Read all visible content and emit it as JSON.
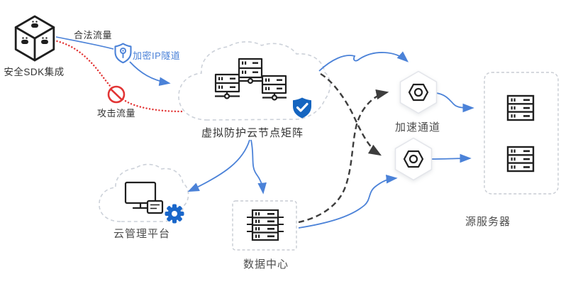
{
  "nodes": {
    "sdk": {
      "label": "安全SDK集成",
      "icon": "secure-sdk-cube-icon"
    },
    "legit_traffic": {
      "label": "合法流量"
    },
    "encrypted_tunnel": {
      "label": "加密IP隧道",
      "icon": "shield-key-icon"
    },
    "attack_traffic": {
      "label": "攻击流量",
      "icon": "block-icon"
    },
    "protection_cloud": {
      "label": "虚拟防护云节点矩阵",
      "icon": "server-cluster-icon",
      "badge_icon": "shield-check-icon"
    },
    "acceleration_channel": {
      "label": "加速通道",
      "icon": "hex-nut-icon",
      "node_count": 2
    },
    "origin_server": {
      "label": "源服务器",
      "icon": "server-rack-icon",
      "server_count": 2
    },
    "cloud_management": {
      "label": "云管理平台",
      "icon": "monitor-gear-icon"
    },
    "data_center": {
      "label": "数据中心",
      "icon": "datacenter-rack-icon"
    }
  },
  "colors": {
    "flow_blue": "#4b82d8",
    "solid_blue": "#1565c0",
    "attack_red": "#e23535",
    "dashed_dark": "#3d3d3d",
    "cloud_outline": "#ccd1d9",
    "box_outline": "#c8ccd3",
    "icon_black": "#1f1f1f",
    "label_dark": "#333333",
    "label_gray": "#4d4d4d"
  }
}
